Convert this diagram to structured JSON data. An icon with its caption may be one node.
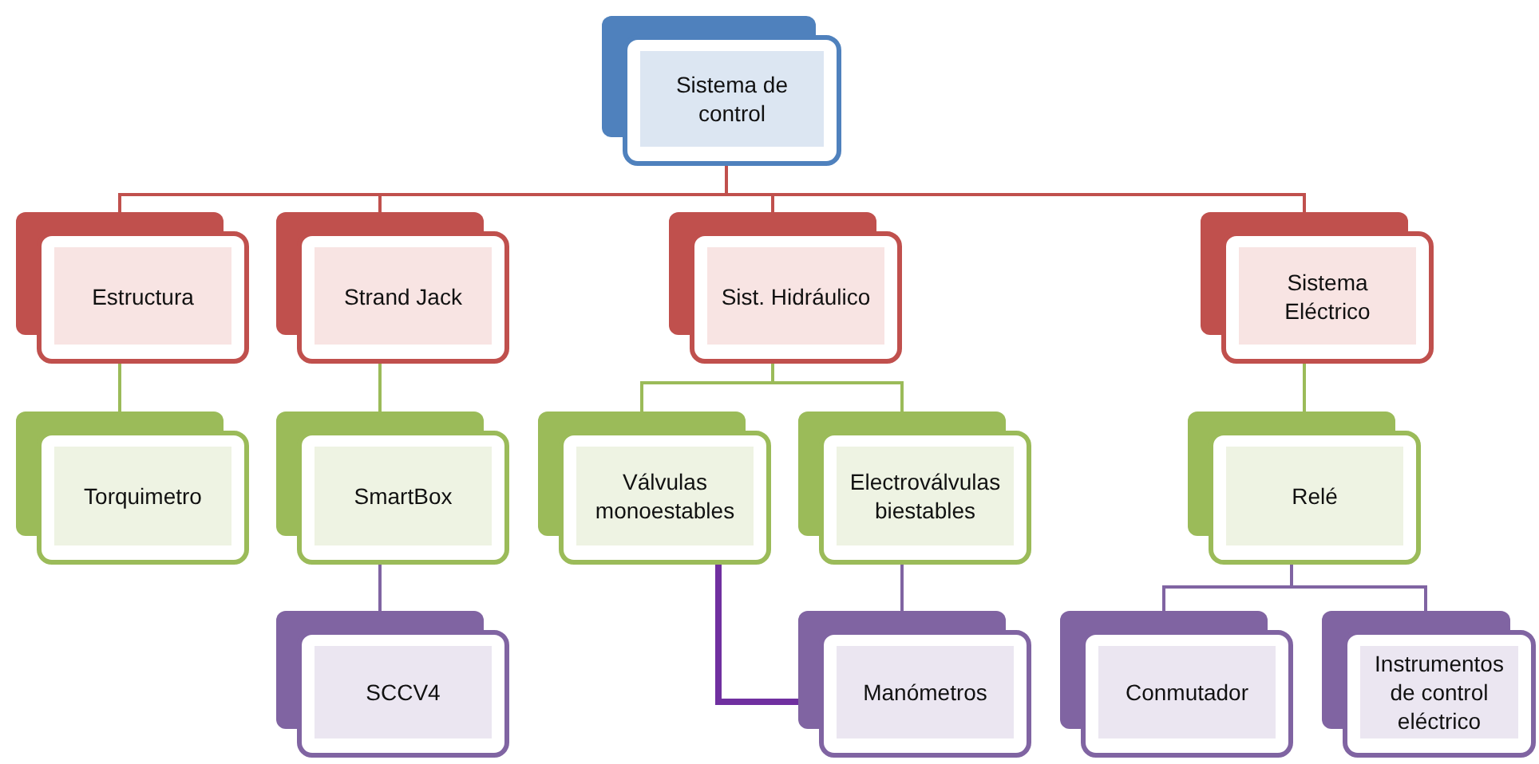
{
  "diagram": {
    "nodes": [
      {
        "text": [
          "Sistema de control"
        ]
      },
      {
        "text": [
          "Estructura"
        ]
      },
      {
        "text": [
          "Strand Jack"
        ]
      },
      {
        "text": [
          "Sist. Hidráulico"
        ]
      },
      {
        "text": [
          "Sistema Eléctrico"
        ]
      },
      {
        "text": [
          "Torquimetro"
        ]
      },
      {
        "text": [
          "SmartBox"
        ]
      },
      {
        "text": [
          "Válvulas monoestables"
        ]
      },
      {
        "text": [
          "Electroválvulas biestables"
        ]
      },
      {
        "text": [
          "Relé"
        ]
      },
      {
        "text": [
          "SCCV4"
        ]
      },
      {
        "text": [
          "Manómetros"
        ]
      },
      {
        "text": [
          "Conmutador"
        ]
      },
      {
        "text": [
          "Instrumentos de control eléctrico"
        ]
      }
    ],
    "edges": [
      {
        "from": 0,
        "to": 1,
        "arrow": "none",
        "color": "#c0504d"
      },
      {
        "from": 0,
        "to": 2,
        "arrow": "none",
        "color": "#c0504d"
      },
      {
        "from": 0,
        "to": 3,
        "arrow": "none",
        "color": "#c0504d"
      },
      {
        "from": 0,
        "to": 4,
        "arrow": "none",
        "color": "#c0504d"
      },
      {
        "from": 1,
        "to": 5,
        "arrow": "none",
        "color": "#9bbb59"
      },
      {
        "from": 2,
        "to": 6,
        "arrow": "none",
        "color": "#9bbb59"
      },
      {
        "from": 3,
        "to": 7,
        "arrow": "none",
        "color": "#9bbb59"
      },
      {
        "from": 3,
        "to": 8,
        "arrow": "none",
        "color": "#9bbb59"
      },
      {
        "from": 4,
        "to": 9,
        "arrow": "none",
        "color": "#9bbb59"
      },
      {
        "from": 6,
        "to": 10,
        "arrow": "none",
        "color": "#8064a2"
      },
      {
        "from": 8,
        "to": 11,
        "arrow": "none",
        "color": "#8064a2"
      },
      {
        "from": 7,
        "to": 11,
        "arrow": "none",
        "style": "thick",
        "color": "#7030a0"
      },
      {
        "from": 9,
        "to": 12,
        "arrow": "none",
        "color": "#8064a2"
      },
      {
        "from": 9,
        "to": 13,
        "arrow": "none",
        "color": "#8064a2"
      }
    ]
  }
}
